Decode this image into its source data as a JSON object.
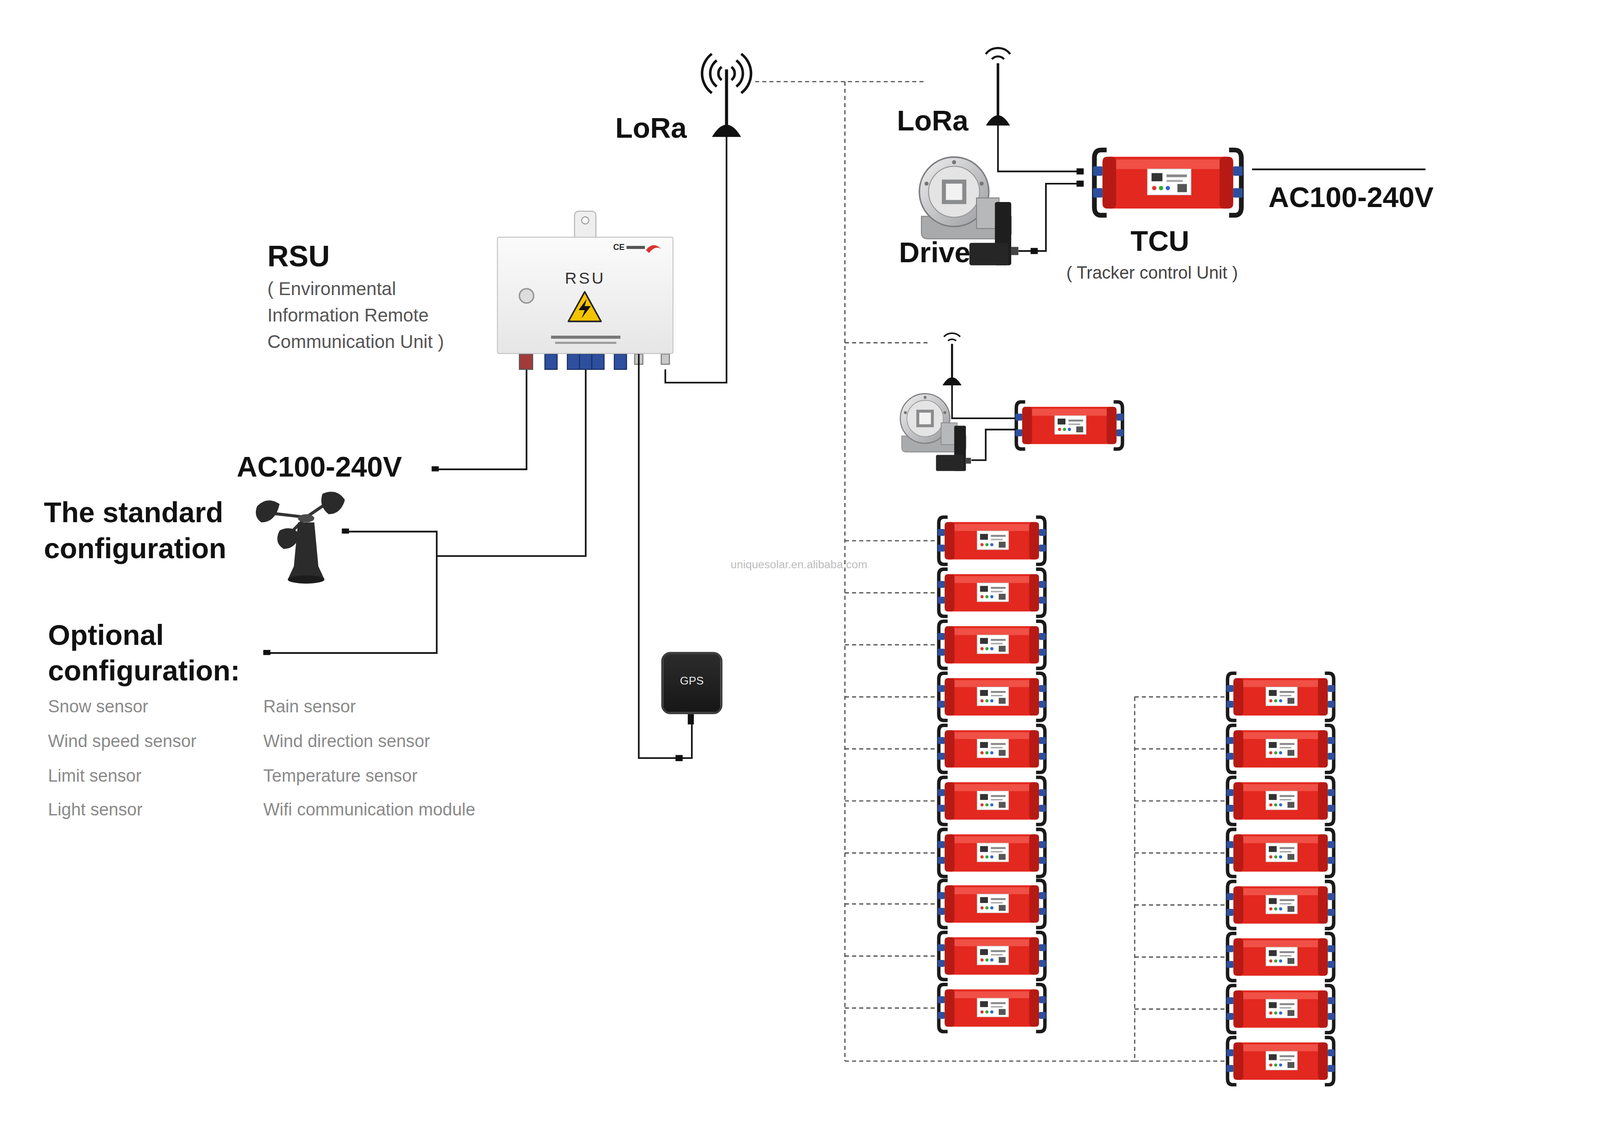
{
  "diagram": {
    "nodes": [
      {
        "text": [
          "RSU"
        ]
      },
      {
        "text": [
          "GPS"
        ]
      },
      {
        "text": [
          "TCU",
          "( Tracker control Unit )"
        ]
      }
    ],
    "edges": [
      {
        "from": 0,
        "to": 1,
        "arrow": "none"
      }
    ],
    "labels": [
      "LoRa",
      "LoRa",
      "Drive",
      "AC100-240V",
      "RSU",
      "( Environmental Information Remote Communication Unit )",
      "CE",
      "AC100-240V",
      "The standard configuration",
      "Optional configuration:",
      "Snow sensor",
      "Rain sensor",
      "Wind speed sensor",
      "Wind direction sensor",
      "Limit sensor",
      "Temperature sensor",
      "Light sensor",
      "Wifi communication module",
      "uniquesolar.en.alibaba.com"
    ]
  }
}
